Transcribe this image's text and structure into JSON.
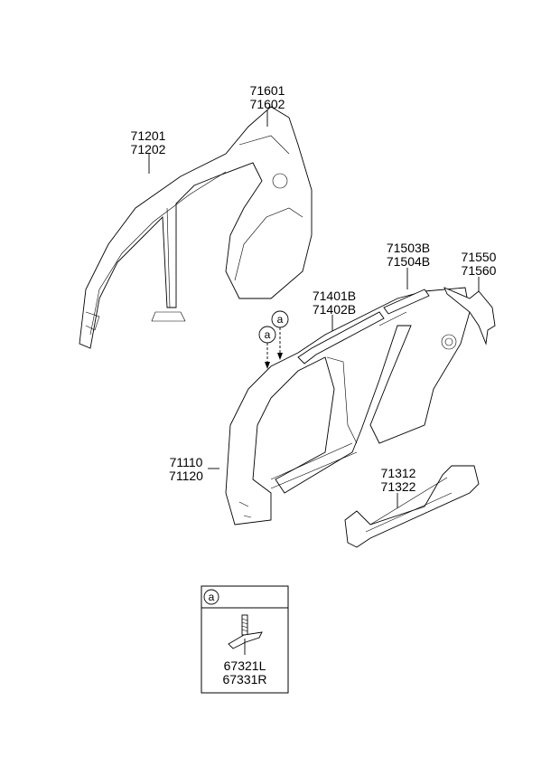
{
  "diagram": {
    "callouts": [
      {
        "id": "roof-rail-rear",
        "lines": [
          "71601",
          "71602"
        ]
      },
      {
        "id": "inner-panel-center",
        "lines": [
          "71201",
          "71202"
        ]
      },
      {
        "id": "quarter-panel",
        "lines": [
          "71503B",
          "71504B"
        ]
      },
      {
        "id": "rear-pillar-extension",
        "lines": [
          "71550",
          "71560"
        ]
      },
      {
        "id": "roof-rail-outer",
        "lines": [
          "71401B",
          "71402B"
        ]
      },
      {
        "id": "front-pillar-outer",
        "lines": [
          "71110",
          "71120"
        ]
      },
      {
        "id": "side-sill",
        "lines": [
          "71312",
          "71322"
        ]
      }
    ],
    "reference_marker": "a",
    "detail_box": {
      "marker": "a",
      "lines": [
        "67321L",
        "67331R"
      ]
    }
  }
}
